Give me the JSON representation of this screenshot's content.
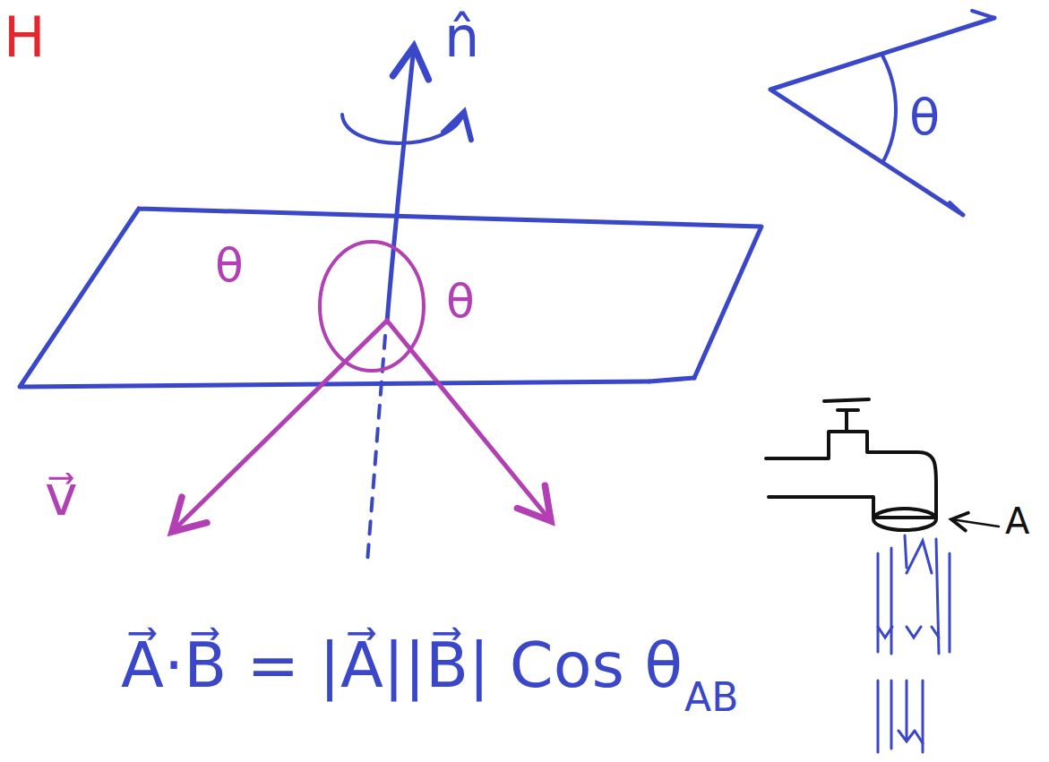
{
  "diagram": {
    "labels": [
      "H",
      "n̂",
      "θ",
      "θ",
      "θ",
      "v⃗",
      "A",
      "A⃗·B⃗ = |A⃗||B⃗| Cos θ",
      "AB"
    ]
  }
}
